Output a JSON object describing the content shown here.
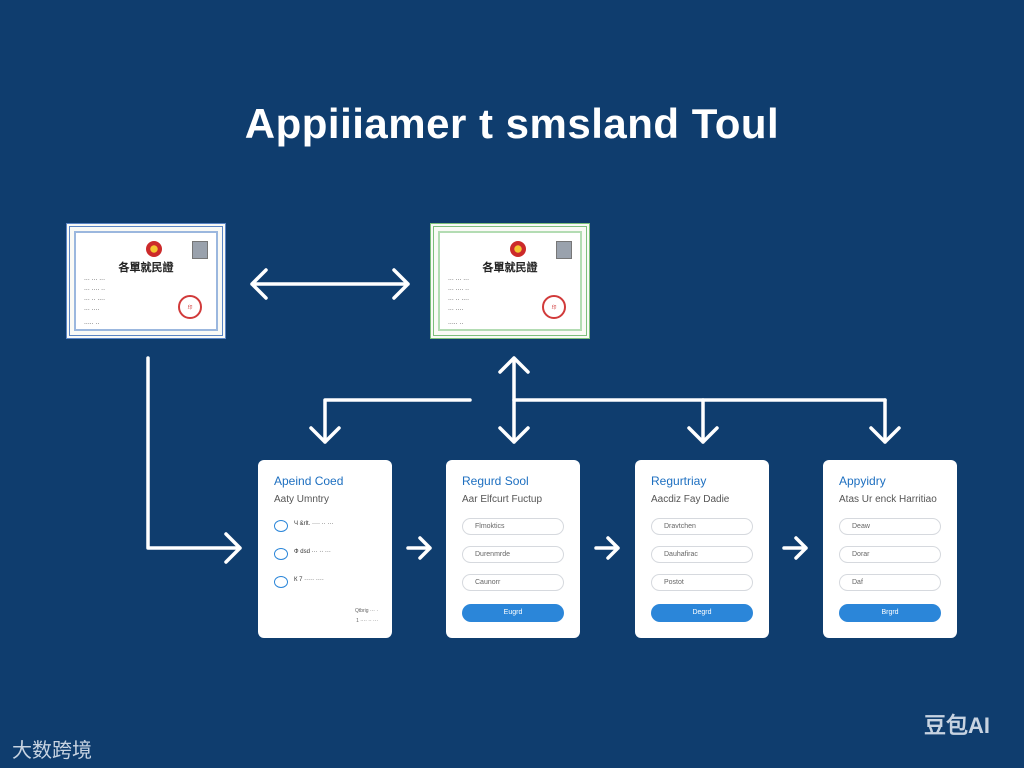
{
  "title": "Appiiiamer t smsland Toul",
  "certificates": [
    {
      "heading": "各單就民證",
      "lines": [
        "··· ··· ···",
        "··· ···· ··",
        "··· ·· ····",
        "··· ····",
        "····· ··"
      ],
      "stamp": "印"
    },
    {
      "heading": "各單就民證",
      "lines": [
        "··· ··· ···",
        "··· ···· ··",
        "··· ·· ····",
        "··· ····",
        "····· ··"
      ],
      "stamp": "印"
    }
  ],
  "cards": [
    {
      "title": "Apeind Coed",
      "subtitle": "Aaty Umntry",
      "items": [
        "Ч &rlt. ···· ·· ···",
        "Ф dsd ··· ·· ···",
        "К 7 ····· ····"
      ],
      "footer": [
        "Qtbrig ··· ·",
        "1 ···· ·· ···"
      ]
    },
    {
      "title": "Regurd Sool",
      "subtitle": "Aar Elfcurt Fuctup",
      "fields": [
        "Flmoktics",
        "Durenmrde",
        "Caunorr"
      ],
      "button": "Eugrd"
    },
    {
      "title": "Regurtriay",
      "subtitle": "Aacdiz Fay Dadie",
      "fields": [
        "Dravtchen",
        "Dauhafirac",
        "Postot"
      ],
      "button": "Degrd"
    },
    {
      "title": "Appyidry",
      "subtitle": "Atas Ur enck Harritiao",
      "fields": [
        "Deaw",
        "Dorar",
        "Daf"
      ],
      "button": "Brgrd"
    }
  ],
  "watermarks": {
    "right": "豆包AI",
    "left": "大数跨境"
  },
  "colors": {
    "background": "#0f3d6e",
    "accent": "#2b86d9",
    "arrow": "#ffffff"
  }
}
